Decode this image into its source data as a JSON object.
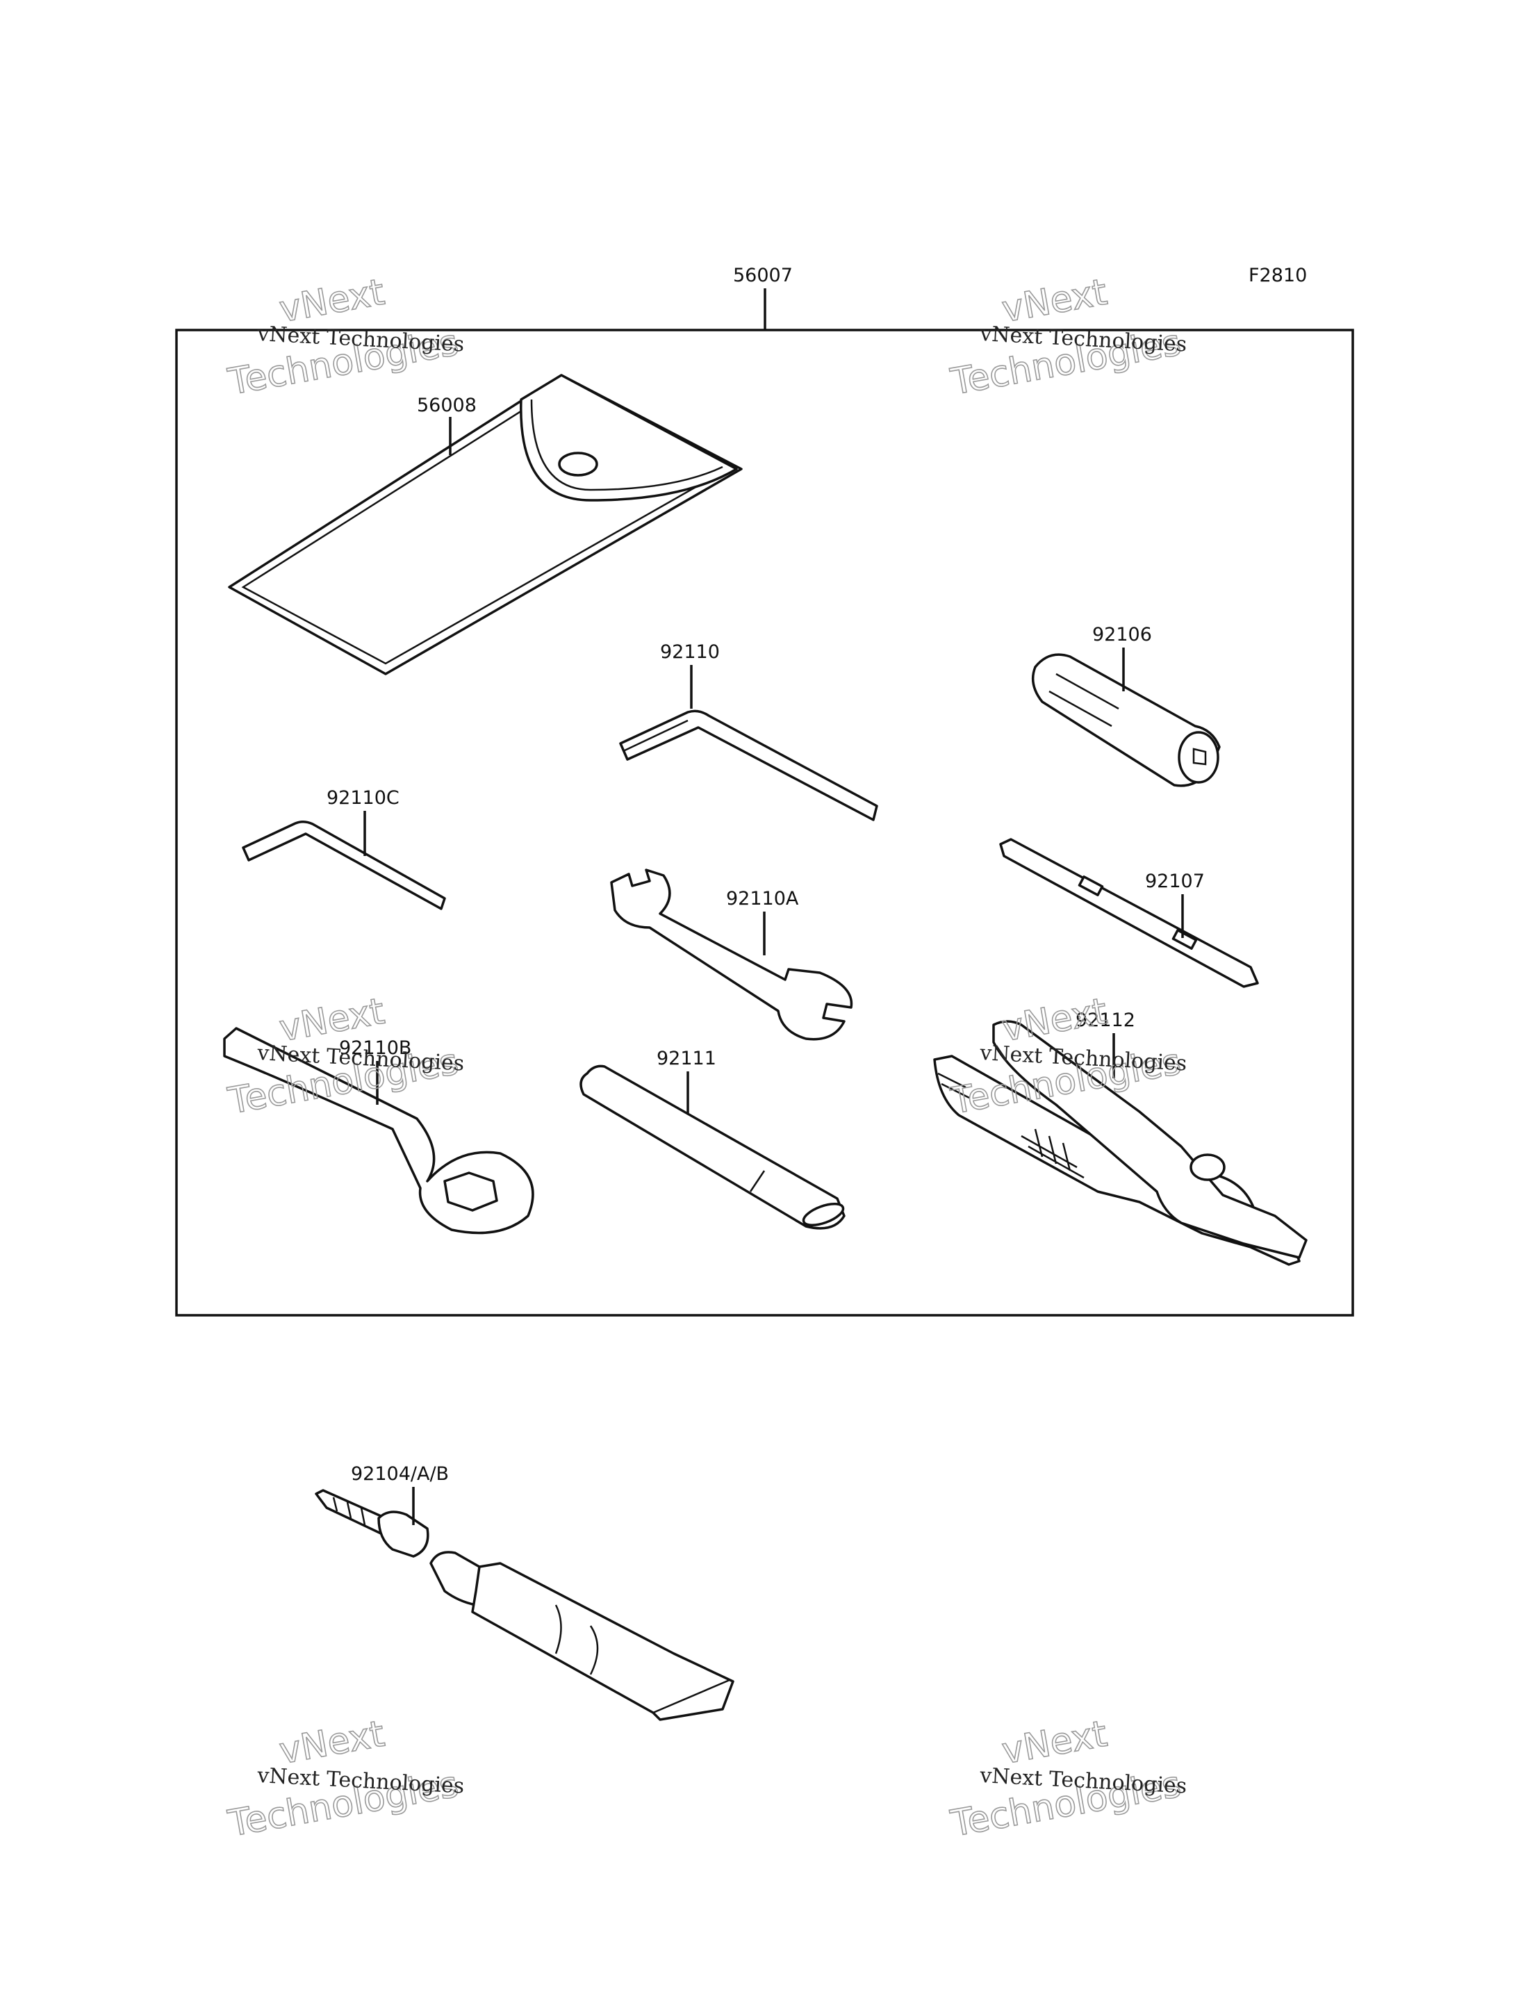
{
  "figure_code": "F2810",
  "parts": {
    "tool_kit": "56007",
    "tool_bag": "56008",
    "hex_wrench_large": "92110",
    "hex_wrench_small": "92110C",
    "spark_plug_wrench": "92106",
    "open_end_wrench": "92110A",
    "screwdriver": "92107",
    "ring_wrench": "92110B",
    "handle_bar": "92111",
    "pliers": "92112",
    "tire_repair_kit": "92104/A/B"
  },
  "watermark": {
    "line1": "vNext Technologies",
    "big_top": "vNext",
    "big_bottom": "Technologies"
  }
}
